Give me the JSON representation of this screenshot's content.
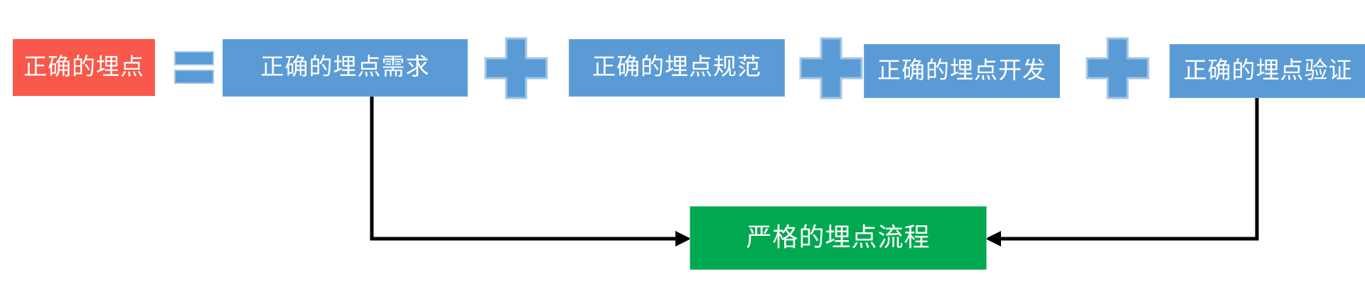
{
  "diagram": {
    "title_node": {
      "label": "正确的埋点",
      "color": "#f9584a"
    },
    "operators": {
      "equals": "=",
      "plus": "+"
    },
    "components": [
      {
        "label": "正确的埋点需求",
        "color": "#5b9bd5"
      },
      {
        "label": "正确的埋点规范",
        "color": "#5b9bd5"
      },
      {
        "label": "正确的埋点开发",
        "color": "#5b9bd5"
      },
      {
        "label": "正确的埋点验证",
        "color": "#5b9bd5"
      }
    ],
    "process_node": {
      "label": "严格的埋点流程",
      "color": "#00a84f"
    },
    "connectors": [
      {
        "from": "正确的埋点需求",
        "to": "严格的埋点流程",
        "direction": "right"
      },
      {
        "from": "正确的埋点验证",
        "to": "严格的埋点流程",
        "direction": "left"
      }
    ]
  }
}
